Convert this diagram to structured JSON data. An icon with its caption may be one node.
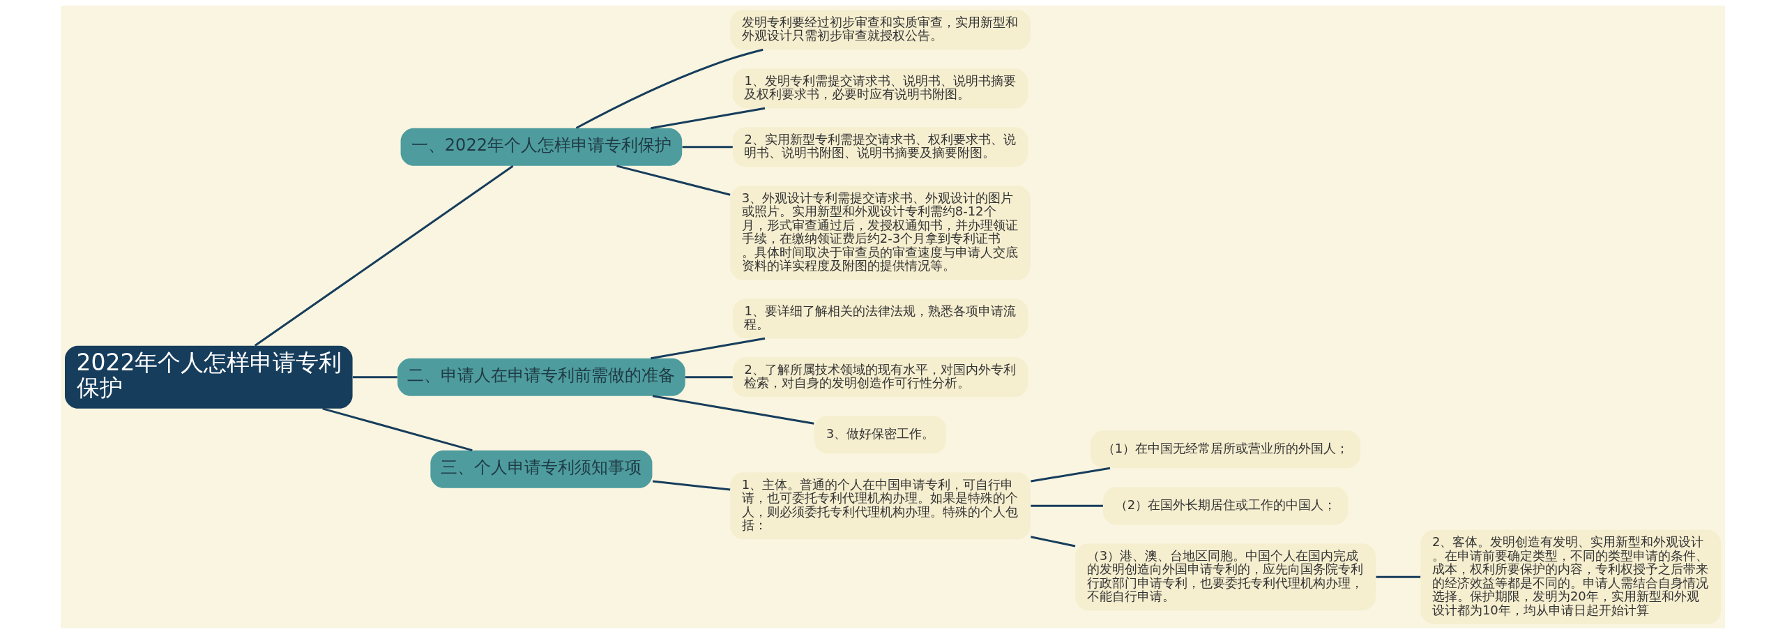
{
  "diagram": {
    "nodes": [
      {
        "text": [
          "2022年个人怎样申请专利保护"
        ]
      },
      {
        "text": [
          "一、2022年个人怎样申请专利保护"
        ]
      },
      {
        "text": [
          "发明专利要经过初步审查和实质审查，实用新型和外观设计只需初步审查就授权公告。"
        ]
      },
      {
        "text": [
          "1、发明专利需提交请求书、说明书、说明书摘要及权利要求书，必要时应有说明书附图。"
        ]
      },
      {
        "text": [
          "2、实用新型专利需提交请求书、权利要求书、说明书、说明书附图、说明书摘要及摘要附图。"
        ]
      },
      {
        "text": [
          "3、外观设计专利需提交请求书、外观设计的图片或照片。实用新型和外观设计专利需约8-12个月，形式审查通过后，发授权通知书，并办理领证手续，在缴纳领证费后约2-3个月拿到专利证书。具体时间取决于审查员的审查速度与申请人交底资料的详实程度及附图的提供情况等。"
        ]
      },
      {
        "text": [
          "二、申请人在申请专利前需做的准备"
        ]
      },
      {
        "text": [
          "1、要详细了解相关的法律法规，熟悉各项申请流程。"
        ]
      },
      {
        "text": [
          "2、了解所属技术领域的现有水平，对国内外专利检索，对自身的发明创造作可行性分析。"
        ]
      },
      {
        "text": [
          "3、做好保密工作。"
        ]
      },
      {
        "text": [
          "三、个人申请专利须知事项"
        ]
      },
      {
        "text": [
          "1、主体。普通的个人在中国申请专利，可自行申请，也可委托专利代理机构办理。如果是特殊的个人，则必须委托专利代理机构办理。特殊的个人包括："
        ]
      },
      {
        "text": [
          "（1）在中国无经常居所或营业所的外国人；"
        ]
      },
      {
        "text": [
          "（2）在国外长期居住或工作的中国人；"
        ]
      },
      {
        "text": [
          "（3）港、澳、台地区同胞。中国个人在国内完成的发明创造向外国申请专利的，应先向国务院专利行政部门申请专利，也要委托专利代理机构办理，不能自行申请。"
        ]
      },
      {
        "text": [
          "2、客体。发明创造有发明、实用新型和外观设计。在申请前要确定类型，不同的类型申请的条件、成本，权利所要保护的内容，专利权授予之后带来的经济效益等都是不同的。申请人需结合自身情况选择。保护期限，发明为20年，实用新型和外观设计都为10年，均从申请日起开始计算"
        ]
      }
    ],
    "edges": [
      {
        "from": 0,
        "to": 1,
        "arrow": "none"
      },
      {
        "from": 1,
        "to": 2,
        "arrow": "none"
      },
      {
        "from": 1,
        "to": 3,
        "arrow": "none"
      },
      {
        "from": 1,
        "to": 4,
        "arrow": "none"
      },
      {
        "from": 1,
        "to": 5,
        "arrow": "none"
      },
      {
        "from": 0,
        "to": 6,
        "arrow": "none"
      },
      {
        "from": 6,
        "to": 7,
        "arrow": "none"
      },
      {
        "from": 6,
        "to": 8,
        "arrow": "none"
      },
      {
        "from": 6,
        "to": 9,
        "arrow": "none"
      },
      {
        "from": 0,
        "to": 10,
        "arrow": "none"
      },
      {
        "from": 10,
        "to": 11,
        "arrow": "none"
      },
      {
        "from": 11,
        "to": 12,
        "arrow": "none"
      },
      {
        "from": 11,
        "to": 13,
        "arrow": "none"
      },
      {
        "from": 11,
        "to": 14,
        "arrow": "none"
      },
      {
        "from": 14,
        "to": 15,
        "arrow": "none"
      }
    ]
  }
}
